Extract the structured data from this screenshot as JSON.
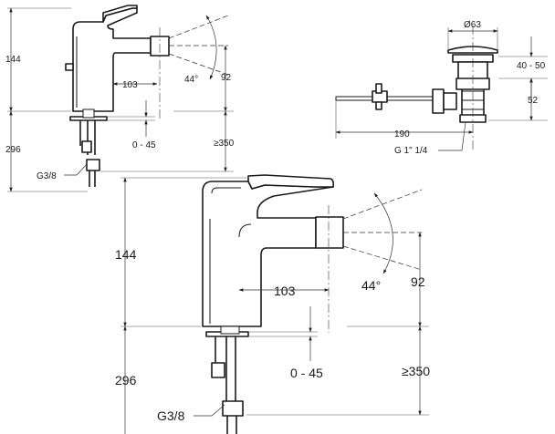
{
  "small_view": {
    "dim_height": "144",
    "dim_total": "296",
    "dim_reach": "103",
    "dim_spout": "92",
    "dim_angle": "44°",
    "dim_thickness": "0 - 45",
    "dim_hole": "≥350",
    "dim_thread": "G3/8"
  },
  "waste_view": {
    "dim_diameter": "Ø63",
    "dim_range": "40 - 50",
    "dim_height": "52",
    "dim_length": "190",
    "dim_thread": "G 1\" 1/4"
  },
  "large_view": {
    "dim_height": "144",
    "dim_total": "296",
    "dim_reach": "103",
    "dim_spout": "92",
    "dim_angle": "44°",
    "dim_thickness": "0 - 45",
    "dim_hole": "≥350",
    "dim_thread": "G3/8"
  }
}
